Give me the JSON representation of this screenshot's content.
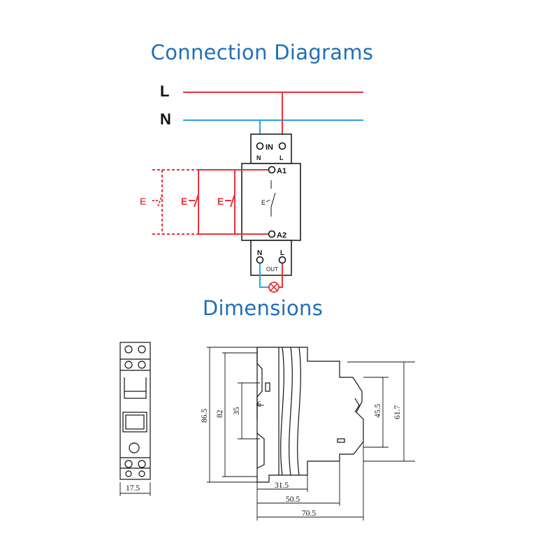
{
  "titles": {
    "connection": "Connection Diagrams",
    "dimensions": "Dimensions"
  },
  "wiring": {
    "line_label": "L",
    "neutral_label": "N",
    "in_label": "IN",
    "in_n": "N",
    "in_l": "L",
    "a1": "A1",
    "a2": "A2",
    "out_n": "N",
    "out_l": "L",
    "out_label": "OUT",
    "switch_labels": [
      "E",
      "E",
      "E"
    ],
    "relay_symbol": "E"
  },
  "dimensions": {
    "front_width": "17.5",
    "height_total": "86.5",
    "height_body": "82",
    "terminal_span": "35",
    "tab": "6",
    "front_height": "45.5",
    "overall_height": "61.7",
    "depth_1": "31.5",
    "depth_2": "50.5",
    "depth_3": "70.5"
  },
  "colors": {
    "title": "#1f6fb8",
    "live": "#e8323a",
    "neutral": "#2aa7d8",
    "switch": "#e8323a",
    "line": "#111111"
  }
}
